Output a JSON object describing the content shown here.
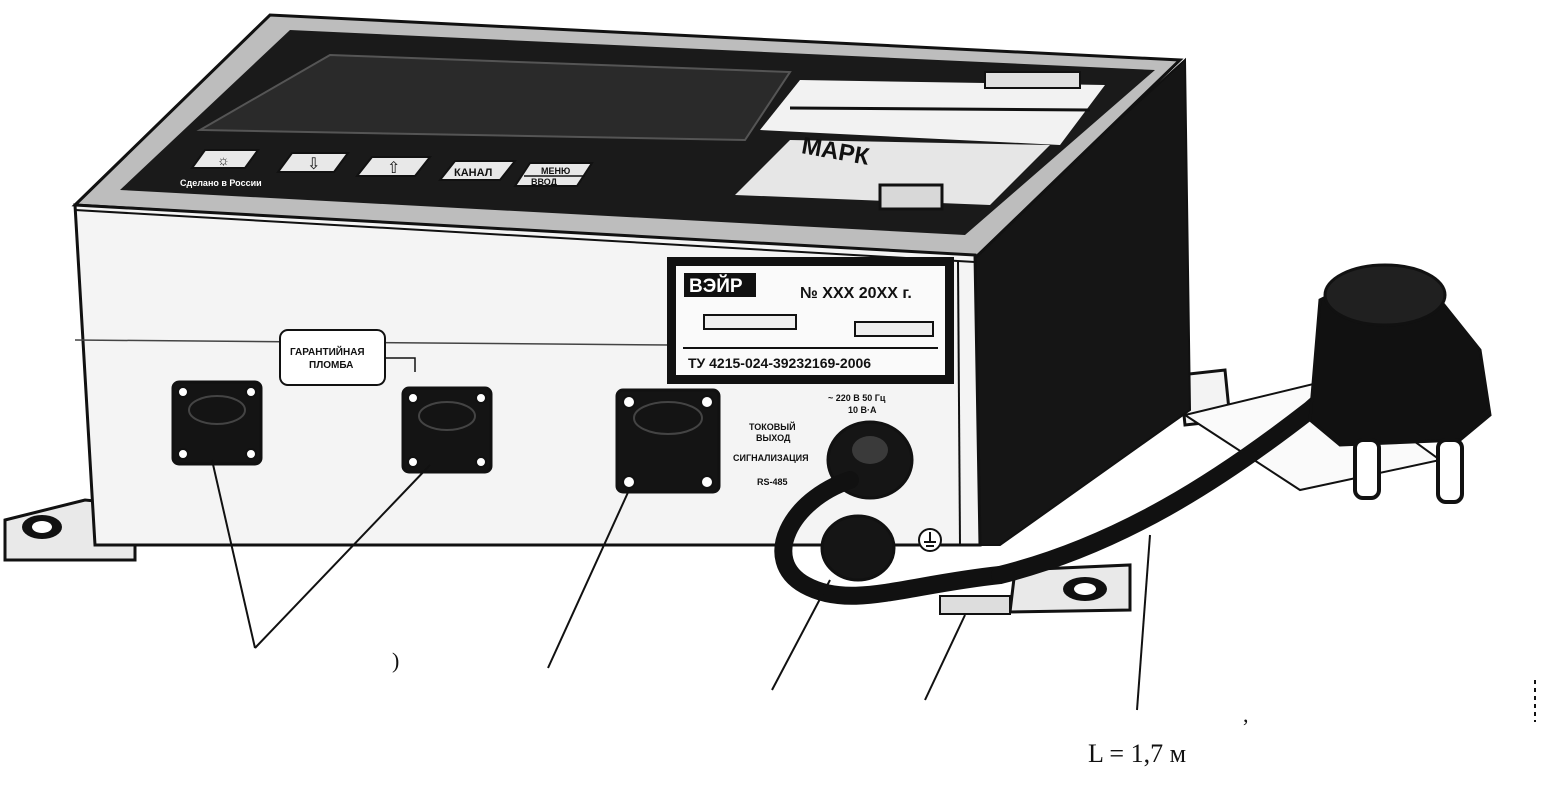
{
  "device": {
    "brand_logo": "ВЭЙР",
    "model_plate": "МАРК",
    "serial_label": "№ XXX  20XX г.",
    "spec_label": "ТУ 4215-024-39232169-2006",
    "seal_label_line1": "ГАРАНТИЙНАЯ",
    "seal_label_line2": "ПЛОМБА",
    "buttons": [
      {
        "label": "☼",
        "icon": "backlight-icon"
      },
      {
        "label": "⇩",
        "icon": "arrow-down-icon"
      },
      {
        "label": "⇧",
        "icon": "arrow-up-icon"
      },
      {
        "label": "КАНАЛ",
        "icon": ""
      },
      {
        "label": "МЕНЮ",
        "icon": ""
      },
      {
        "label": "ВВОД",
        "icon": ""
      }
    ],
    "port_labels": {
      "power": "~ 220 В  50 Гц",
      "power_current": "10 В·А",
      "current_out_1": "ТОКОВЫЙ",
      "current_out_2": "ВЫХОД",
      "alarm": "СИГНАЛИЗАЦИЯ",
      "rs485": "RS-485"
    },
    "panel_caption": "Сделано в России"
  },
  "annotations": {
    "callout_fragment": ")",
    "comma": ",",
    "cable_length": "L = 1,7 м"
  },
  "colors": {
    "ink": "#111111",
    "paper": "#ffffff",
    "panel_dark": "#1a1a1a",
    "panel_gray": "#cfcfcf"
  }
}
